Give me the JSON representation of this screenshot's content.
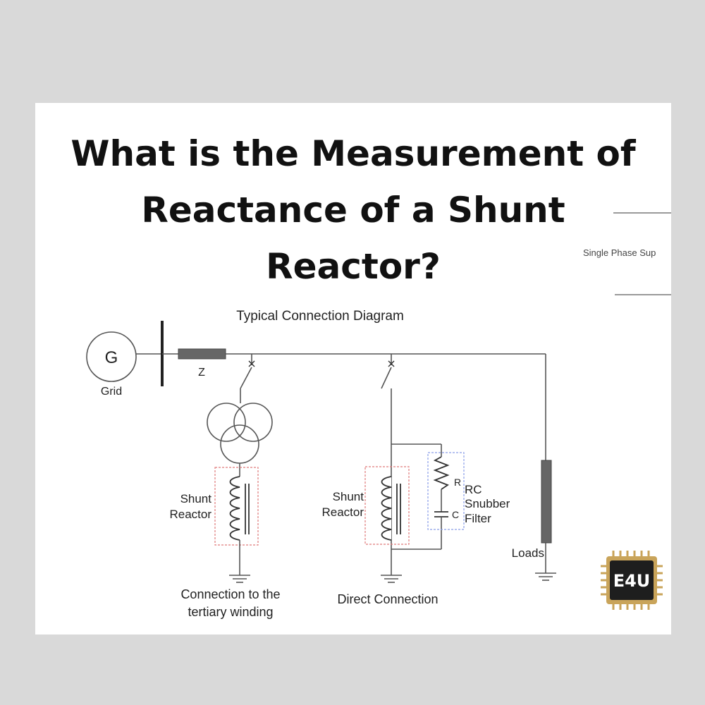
{
  "title_lines": [
    "What is the Measurement of",
    "Reactance of a Shunt",
    "Reactor?"
  ],
  "side_text": "Single Phase Sup",
  "diagram": {
    "heading": "Typical Connection Diagram",
    "generator_symbol": "G",
    "generator_label": "Grid",
    "impedance_label": "Z",
    "left_branch": {
      "reactor_label_line1": "Shunt",
      "reactor_label_line2": "Reactor",
      "caption_line1": "Connection to the",
      "caption_line2": "tertiary winding"
    },
    "middle_branch": {
      "reactor_label_line1": "Shunt",
      "reactor_label_line2": "Reactor",
      "resistor_label": "R",
      "capacitor_label": "C",
      "filter_label_line1": "RC",
      "filter_label_line2": "Snubber",
      "filter_label_line3": "Filter",
      "caption": "Direct Connection"
    },
    "loads_label": "Loads"
  },
  "logo": {
    "text": "E4U",
    "frame_color": "#c9a45a",
    "inner_color": "#1e1e1e"
  },
  "colors": {
    "background": "#d9d9d9",
    "card": "#ffffff",
    "wire": "#555555",
    "impedance": "#666666",
    "reactor_box": "#e07a7a",
    "filter_box": "#8a9ee8"
  }
}
